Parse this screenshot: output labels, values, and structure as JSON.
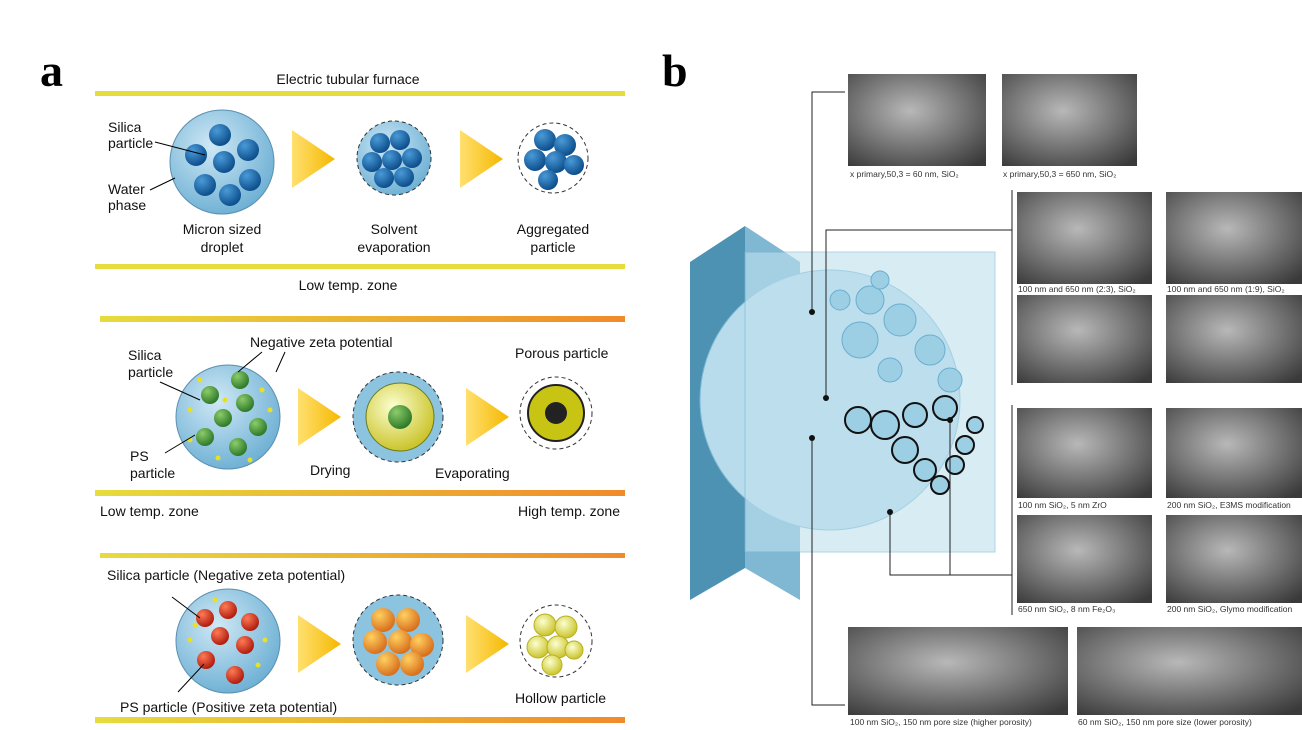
{
  "panel_a": {
    "label": "a",
    "row1": {
      "title": "Electric tubular furnace",
      "silica": [
        "Silica",
        "particle"
      ],
      "water": [
        "Water",
        "phase"
      ],
      "step1": [
        "Micron sized",
        "droplet"
      ],
      "step2": [
        "Solvent",
        "evaporation"
      ],
      "step3": [
        "Aggregated",
        "particle"
      ],
      "zone": "Low temp. zone"
    },
    "row2": {
      "negative": "Negative zeta potential",
      "silica": [
        "Silica",
        "particle"
      ],
      "ps": [
        "PS",
        "particle"
      ],
      "porous": "Porous particle",
      "drying": "Drying",
      "evaporating": "Evaporating",
      "low_zone": "Low temp. zone",
      "high_zone": "High temp. zone"
    },
    "row3": {
      "silica": "Silica particle (Negative zeta potential)",
      "ps": "PS particle (Positive zeta potential)",
      "hollow": "Hollow particle"
    }
  },
  "panel_b": {
    "label": "b",
    "captions": [
      "x primary,50,3 = 60 nm, SiO₂",
      "x primary,50,3 = 650 nm, SiO₂",
      "100 nm and 650 nm (2:3), SiO₂",
      "100 nm and 650 nm (1:9), SiO₂",
      "100 nm SiO₂, 5 nm ZrO",
      "200 nm SiO₂, E3MS modification",
      "650 nm SiO₂, 8 nm Fe₂O₃",
      "200 nm SiO₂, Glymo modification",
      "100 nm SiO₂, 150 nm pore size (higher porosity)",
      "60 nm SiO₂, 150 nm pore size (lower porosity)"
    ]
  },
  "colors": {
    "yellow": "#e6dc3c",
    "orange": "#f08a2a",
    "droplet": "#8cc4e0",
    "silica_blue": "#1f6fb0",
    "green": "#4a9a3a",
    "red": "#d8321e",
    "cube": "#2e7fa6"
  }
}
